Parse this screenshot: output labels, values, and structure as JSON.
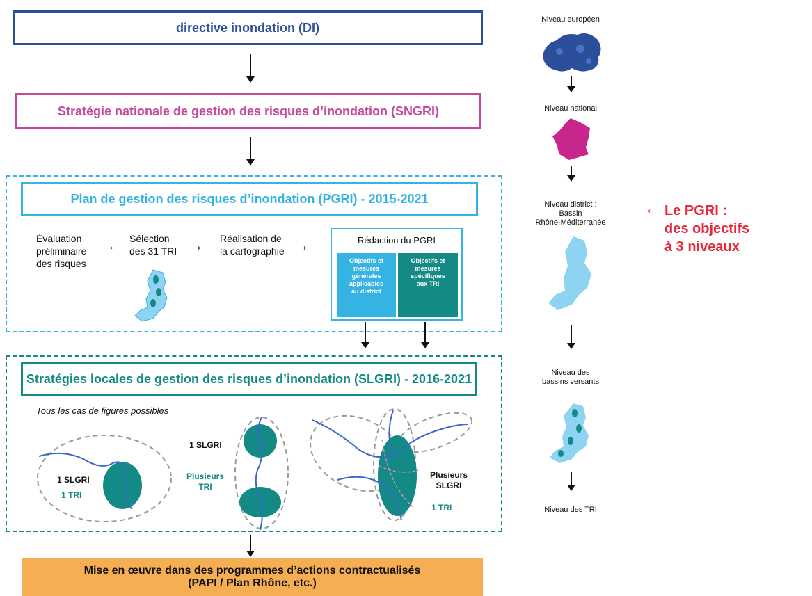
{
  "boxes": {
    "di": "directive inondation (DI)",
    "sngri": "Stratégie nationale de gestion des risques d’inondation (SNGRI)",
    "pgri": "Plan de gestion des risques d’inondation (PGRI) - 2015-2021",
    "slgri": "Stratégies locales de gestion des risques d’inondation (SLGRI) - 2016-2021",
    "mise_line1": "Mise en œuvre dans des programmes d’actions contractualisés",
    "mise_line2": "(PAPI / Plan Rhône, etc.)"
  },
  "steps": {
    "s1": [
      "Évaluation",
      "préliminaire",
      "des risques"
    ],
    "s2": [
      "Sélection",
      "des 31 TRI"
    ],
    "s3": [
      "Réalisation de",
      "la cartographie"
    ],
    "arrow": "→"
  },
  "redaction": {
    "title": "Rédaction du PGRI",
    "general": [
      "Objectifs et",
      "mesures",
      "générales",
      "applicables",
      "au district"
    ],
    "specific": [
      "Objectifs et",
      "mesures",
      "spécifiques",
      "aux TRI"
    ]
  },
  "figures": {
    "note": "Tous les cas de figures possibles",
    "case1": {
      "slgri": "1 SLGRI",
      "tri": "1 TRI"
    },
    "case2": {
      "slgri": "1 SLGRI",
      "tri": [
        "Plusieurs",
        "TRI"
      ]
    },
    "case3": {
      "slgri": [
        "Plusieurs",
        "SLGRI"
      ],
      "tri": "1 TRI"
    }
  },
  "levels": {
    "europe": "Niveau européen",
    "national": "Niveau national",
    "district": [
      "Niveau district :",
      "Bassin",
      "Rhône-Méditerranée"
    ],
    "bassins": [
      "Niveau des",
      "bassins versants"
    ],
    "tri": "Niveau des TRI"
  },
  "pgri_note": {
    "arrow": "←",
    "lines": [
      "Le PGRI :",
      "des objectifs",
      "à 3 niveaux"
    ]
  },
  "colors": {
    "di": "#2b4f9a",
    "sngri": "#c8479a",
    "pgri": "#35b4e3",
    "slgri": "#138a85",
    "orange": "#f6ae52",
    "accent_red": "#e8263a",
    "obj_general": "#35b4e3",
    "obj_specific": "#138a85"
  }
}
